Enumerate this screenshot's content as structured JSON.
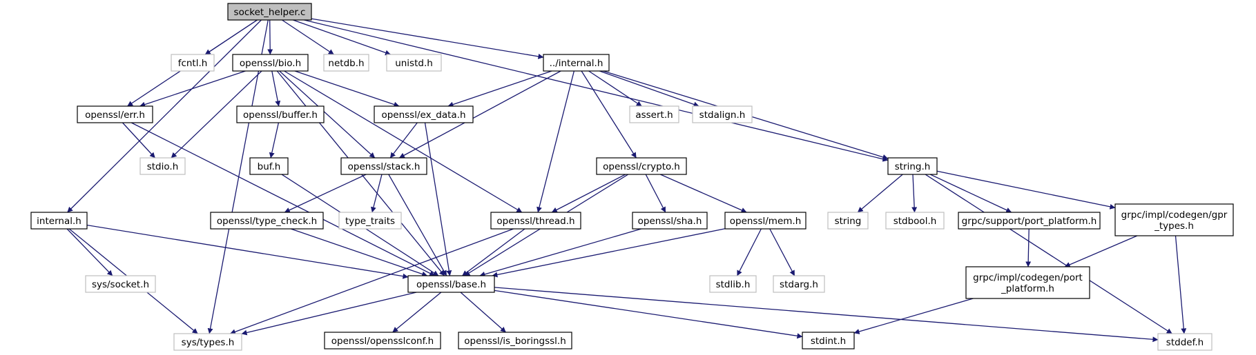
{
  "colors": {
    "edge": "#191970",
    "root_fill": "#bfbfbf",
    "node_fill": "#ffffff",
    "node_border": "#000000",
    "external_border": "#bfbfbf"
  },
  "nodes": [
    {
      "id": "socket_helper",
      "label": "socket_helper.c",
      "style": "root"
    },
    {
      "id": "fcntl",
      "label": "fcntl.h",
      "style": "external"
    },
    {
      "id": "bio",
      "label": "openssl/bio.h",
      "style": "normal"
    },
    {
      "id": "netdb",
      "label": "netdb.h",
      "style": "external"
    },
    {
      "id": "unistd",
      "label": "unistd.h",
      "style": "external"
    },
    {
      "id": "internal_parent",
      "label": "../internal.h",
      "style": "normal"
    },
    {
      "id": "err",
      "label": "openssl/err.h",
      "style": "normal"
    },
    {
      "id": "buffer",
      "label": "openssl/buffer.h",
      "style": "normal"
    },
    {
      "id": "ex_data",
      "label": "openssl/ex_data.h",
      "style": "normal"
    },
    {
      "id": "assert",
      "label": "assert.h",
      "style": "external"
    },
    {
      "id": "stdalign",
      "label": "stdalign.h",
      "style": "external"
    },
    {
      "id": "stdio",
      "label": "stdio.h",
      "style": "external"
    },
    {
      "id": "buf",
      "label": "buf.h",
      "style": "normal"
    },
    {
      "id": "stack",
      "label": "openssl/stack.h",
      "style": "normal"
    },
    {
      "id": "crypto",
      "label": "openssl/crypto.h",
      "style": "normal"
    },
    {
      "id": "string_h",
      "label": "string.h",
      "style": "normal"
    },
    {
      "id": "internal",
      "label": "internal.h",
      "style": "normal"
    },
    {
      "id": "type_check",
      "label": "openssl/type_check.h",
      "style": "normal"
    },
    {
      "id": "type_traits",
      "label": "type_traits",
      "style": "external"
    },
    {
      "id": "thread",
      "label": "openssl/thread.h",
      "style": "normal"
    },
    {
      "id": "sha",
      "label": "openssl/sha.h",
      "style": "normal"
    },
    {
      "id": "mem",
      "label": "openssl/mem.h",
      "style": "normal"
    },
    {
      "id": "string",
      "label": "string",
      "style": "external"
    },
    {
      "id": "stdbool",
      "label": "stdbool.h",
      "style": "external"
    },
    {
      "id": "port_platform_support",
      "label": "grpc/support/port_platform.h",
      "style": "normal"
    },
    {
      "id": "gpr_types",
      "label": [
        "grpc/impl/codegen/gpr",
        "_types.h"
      ],
      "style": "normal"
    },
    {
      "id": "sys_socket",
      "label": "sys/socket.h",
      "style": "external"
    },
    {
      "id": "base",
      "label": "openssl/base.h",
      "style": "normal"
    },
    {
      "id": "stdlib",
      "label": "stdlib.h",
      "style": "external"
    },
    {
      "id": "stdarg",
      "label": "stdarg.h",
      "style": "external"
    },
    {
      "id": "port_platform_codegen",
      "label": [
        "grpc/impl/codegen/port",
        "_platform.h"
      ],
      "style": "normal"
    },
    {
      "id": "sys_types",
      "label": "sys/types.h",
      "style": "external"
    },
    {
      "id": "opensslconf",
      "label": "openssl/opensslconf.h",
      "style": "normal"
    },
    {
      "id": "is_boringssl",
      "label": "openssl/is_boringssl.h",
      "style": "normal"
    },
    {
      "id": "stdint",
      "label": "stdint.h",
      "style": "normal"
    },
    {
      "id": "stddef",
      "label": "stddef.h",
      "style": "external"
    }
  ],
  "edges": [
    {
      "from": "socket_helper",
      "to": "fcntl"
    },
    {
      "from": "socket_helper",
      "to": "bio"
    },
    {
      "from": "socket_helper",
      "to": "netdb"
    },
    {
      "from": "socket_helper",
      "to": "unistd"
    },
    {
      "from": "socket_helper",
      "to": "internal_parent"
    },
    {
      "from": "socket_helper",
      "to": "err"
    },
    {
      "from": "socket_helper",
      "to": "string_h"
    },
    {
      "from": "socket_helper",
      "to": "internal"
    },
    {
      "from": "socket_helper",
      "to": "sys_types"
    },
    {
      "from": "bio",
      "to": "err"
    },
    {
      "from": "bio",
      "to": "stdio"
    },
    {
      "from": "bio",
      "to": "buffer"
    },
    {
      "from": "bio",
      "to": "ex_data"
    },
    {
      "from": "bio",
      "to": "stack"
    },
    {
      "from": "bio",
      "to": "thread"
    },
    {
      "from": "bio",
      "to": "base"
    },
    {
      "from": "err",
      "to": "stdio"
    },
    {
      "from": "err",
      "to": "base"
    },
    {
      "from": "buffer",
      "to": "buf"
    },
    {
      "from": "buf",
      "to": "base"
    },
    {
      "from": "internal_parent",
      "to": "ex_data"
    },
    {
      "from": "internal_parent",
      "to": "stack"
    },
    {
      "from": "internal_parent",
      "to": "thread"
    },
    {
      "from": "internal_parent",
      "to": "crypto"
    },
    {
      "from": "internal_parent",
      "to": "assert"
    },
    {
      "from": "internal_parent",
      "to": "stdalign"
    },
    {
      "from": "internal_parent",
      "to": "string_h"
    },
    {
      "from": "ex_data",
      "to": "stack"
    },
    {
      "from": "ex_data",
      "to": "base"
    },
    {
      "from": "stack",
      "to": "type_check"
    },
    {
      "from": "stack",
      "to": "type_traits"
    },
    {
      "from": "stack",
      "to": "base"
    },
    {
      "from": "type_check",
      "to": "base"
    },
    {
      "from": "crypto",
      "to": "thread"
    },
    {
      "from": "crypto",
      "to": "sha"
    },
    {
      "from": "crypto",
      "to": "mem"
    },
    {
      "from": "crypto",
      "to": "base"
    },
    {
      "from": "thread",
      "to": "base"
    },
    {
      "from": "thread",
      "to": "sys_types"
    },
    {
      "from": "sha",
      "to": "base"
    },
    {
      "from": "mem",
      "to": "base"
    },
    {
      "from": "mem",
      "to": "stdlib"
    },
    {
      "from": "mem",
      "to": "stdarg"
    },
    {
      "from": "string_h",
      "to": "string"
    },
    {
      "from": "string_h",
      "to": "stdbool"
    },
    {
      "from": "string_h",
      "to": "port_platform_support"
    },
    {
      "from": "string_h",
      "to": "gpr_types"
    },
    {
      "from": "string_h",
      "to": "stddef"
    },
    {
      "from": "port_platform_support",
      "to": "port_platform_codegen"
    },
    {
      "from": "gpr_types",
      "to": "port_platform_codegen"
    },
    {
      "from": "gpr_types",
      "to": "stddef"
    },
    {
      "from": "port_platform_codegen",
      "to": "stdint"
    },
    {
      "from": "internal",
      "to": "sys_socket"
    },
    {
      "from": "internal",
      "to": "base"
    },
    {
      "from": "internal",
      "to": "sys_types"
    },
    {
      "from": "base",
      "to": "sys_types"
    },
    {
      "from": "base",
      "to": "opensslconf"
    },
    {
      "from": "base",
      "to": "is_boringssl"
    },
    {
      "from": "base",
      "to": "stdint"
    },
    {
      "from": "base",
      "to": "stddef"
    }
  ]
}
